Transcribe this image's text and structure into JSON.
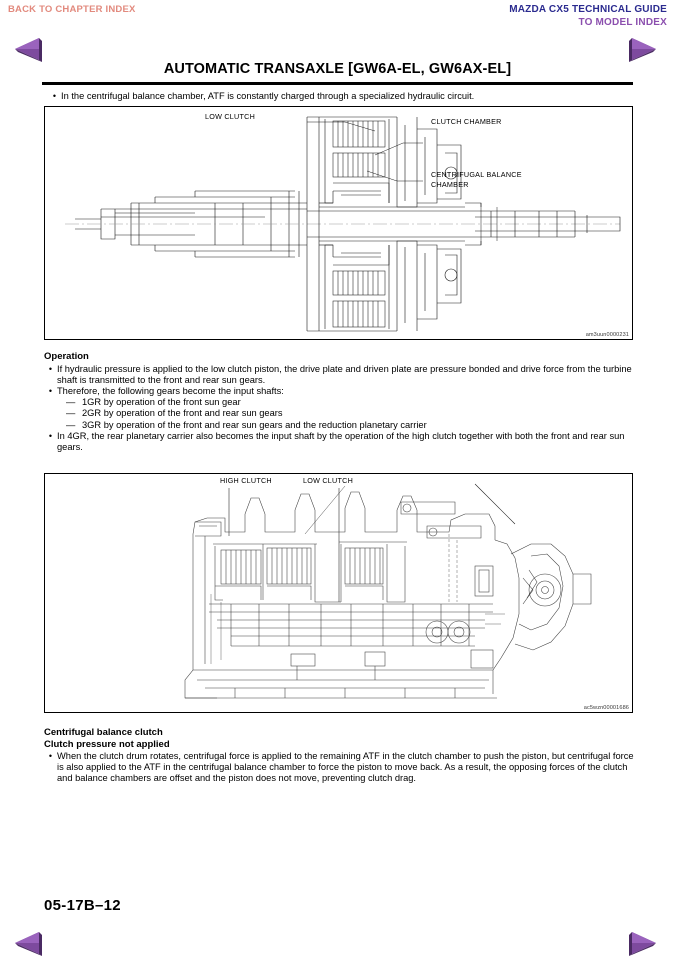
{
  "header": {
    "back_link": "BACK TO CHAPTER INDEX",
    "guide_title": "MAZDA CX5 TECHNICAL GUIDE",
    "model_index_link": "TO MODEL INDEX",
    "nav_prev_icon": "triangle-left-icon",
    "nav_next_icon": "triangle-right-icon",
    "accent_back": "#e28a7e",
    "accent_guide": "#2b2b8f",
    "accent_model": "#8b4fae",
    "accent_arrow": "#7d4a9e"
  },
  "page_title": "AUTOMATIC TRANSAXLE [GW6A-EL, GW6AX-EL]",
  "intro_bullet": "In the centrifugal balance chamber, ATF is constantly charged through a specialized hydraulic circuit.",
  "figure1": {
    "id": "am3uun0000231",
    "labels": {
      "low_clutch": "LOW CLUTCH",
      "clutch_chamber": "CLUTCH CHAMBER",
      "centrifugal_balance_chamber": "CENTRIFUGAL BALANCE CHAMBER"
    }
  },
  "operation": {
    "heading": "Operation",
    "bullets": [
      "If hydraulic pressure is applied to the low clutch piston, the drive plate and driven plate are pressure bonded and drive force from the turbine shaft is transmitted to the front and rear sun gears.",
      "Therefore, the following gears become the input shafts:"
    ],
    "dashes": [
      "1GR by operation of the front sun gear",
      "2GR by operation of the front and rear sun gears",
      "3GR by operation of the front and rear sun gears and the reduction planetary carrier"
    ],
    "last_bullet": "In 4GR, the rear planetary carrier also becomes the input shaft by the operation of the high clutch together with both the front and rear sun gears."
  },
  "figure2": {
    "id": "ac5wzn00001686",
    "labels": {
      "high_clutch": "HIGH CLUTCH",
      "low_clutch": "LOW CLUTCH"
    }
  },
  "centrifugal_section": {
    "heading1": "Centrifugal balance clutch",
    "heading2": "Clutch pressure not applied",
    "bullet": "When the clutch drum rotates, centrifugal force is applied to the remaining ATF in the clutch chamber to push the piston, but centrifugal force is also applied to the ATF in the centrifugal balance chamber to force the piston to move back. As a result, the opposing forces of the clutch and balance chambers are offset and the piston does not move, preventing clutch drag."
  },
  "page_number": "05-17B–12"
}
